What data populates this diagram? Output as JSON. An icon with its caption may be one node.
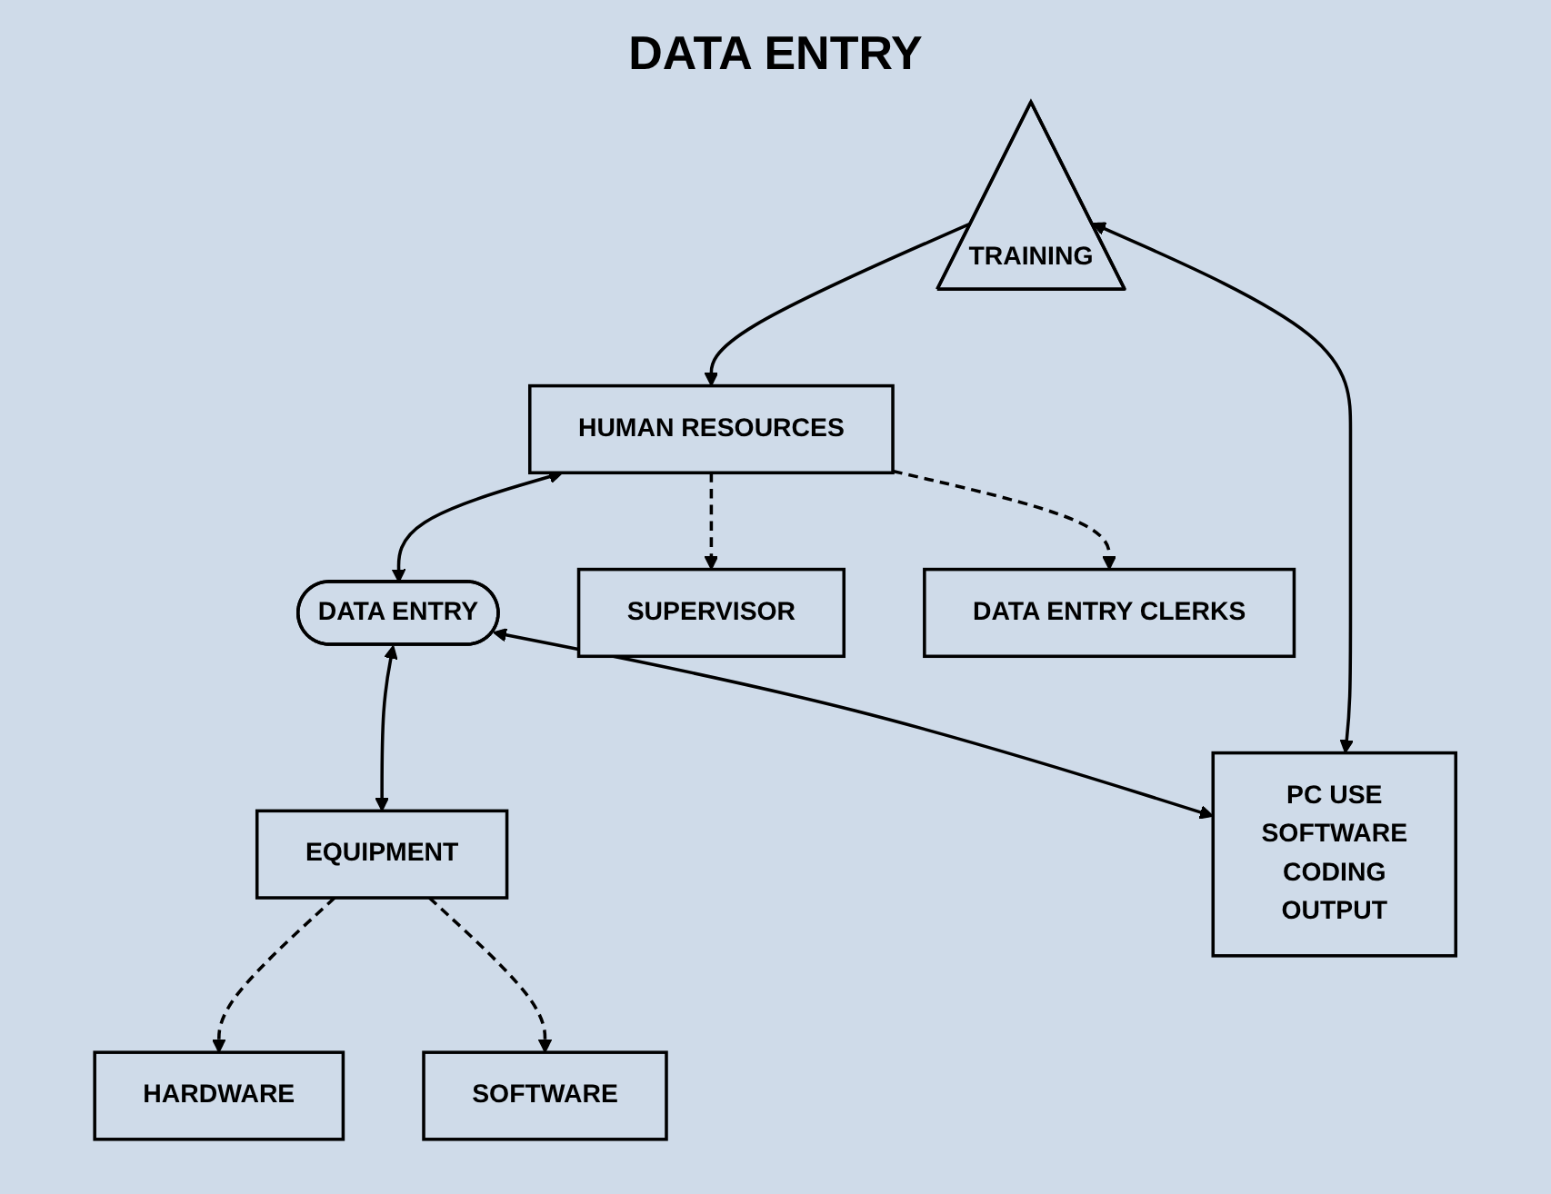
{
  "diagram": {
    "title": "DATA ENTRY",
    "nodes": [
      {
        "text": [
          "HUMAN RESOURCES"
        ]
      },
      {
        "text": [
          "DATA ENTRY"
        ]
      },
      {
        "text": [
          "EQUIPMENT"
        ]
      },
      {
        "text": [
          "SUPERVISOR"
        ]
      },
      {
        "text": [
          "HARDWARE"
        ]
      },
      {
        "text": [
          "DATA ENTRY CLERKS"
        ]
      },
      {
        "text": [
          "SOFTWARE"
        ]
      },
      {
        "text": [
          "TRAINING"
        ]
      },
      {
        "text": [
          "PC USE",
          "SOFTWARE",
          "CODING",
          "OUTPUT"
        ]
      }
    ],
    "edges": [
      {
        "from": 0,
        "to": 1,
        "arrow": "both"
      },
      {
        "from": 1,
        "to": 2,
        "arrow": "both"
      },
      {
        "from": 0,
        "to": 3,
        "arrow": "to",
        "style": "dashed"
      },
      {
        "from": 0,
        "to": 5,
        "arrow": "to",
        "style": "dashed"
      },
      {
        "from": 2,
        "to": 4,
        "arrow": "to",
        "style": "dashed"
      },
      {
        "from": 2,
        "to": 6,
        "arrow": "to",
        "style": "dashed"
      },
      {
        "from": 1,
        "to": 8,
        "arrow": "both"
      },
      {
        "from": 7,
        "to": 8,
        "arrow": "both"
      },
      {
        "from": 7,
        "to": 0,
        "arrow": "to"
      }
    ]
  }
}
